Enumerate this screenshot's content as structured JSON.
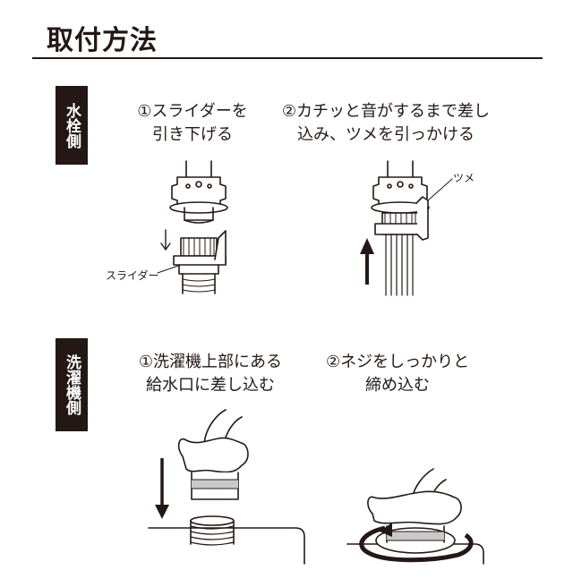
{
  "title": "取付方法",
  "sections": {
    "faucet": {
      "label": "水栓側",
      "step1": "①スライダーを\n引き下げる",
      "step2": "②カチッと音がするまで差し\n込み、ツメを引っかける",
      "callout_slider": "スライダー",
      "callout_claw": "ツメ"
    },
    "washer": {
      "label": "洗濯機側",
      "step1": "①洗濯機上部にある\n給水口に差し込む",
      "step2": "②ネジをしっかりと\n締め込む"
    }
  },
  "colors": {
    "ink": "#231815",
    "ring": "#c9c9c9"
  }
}
